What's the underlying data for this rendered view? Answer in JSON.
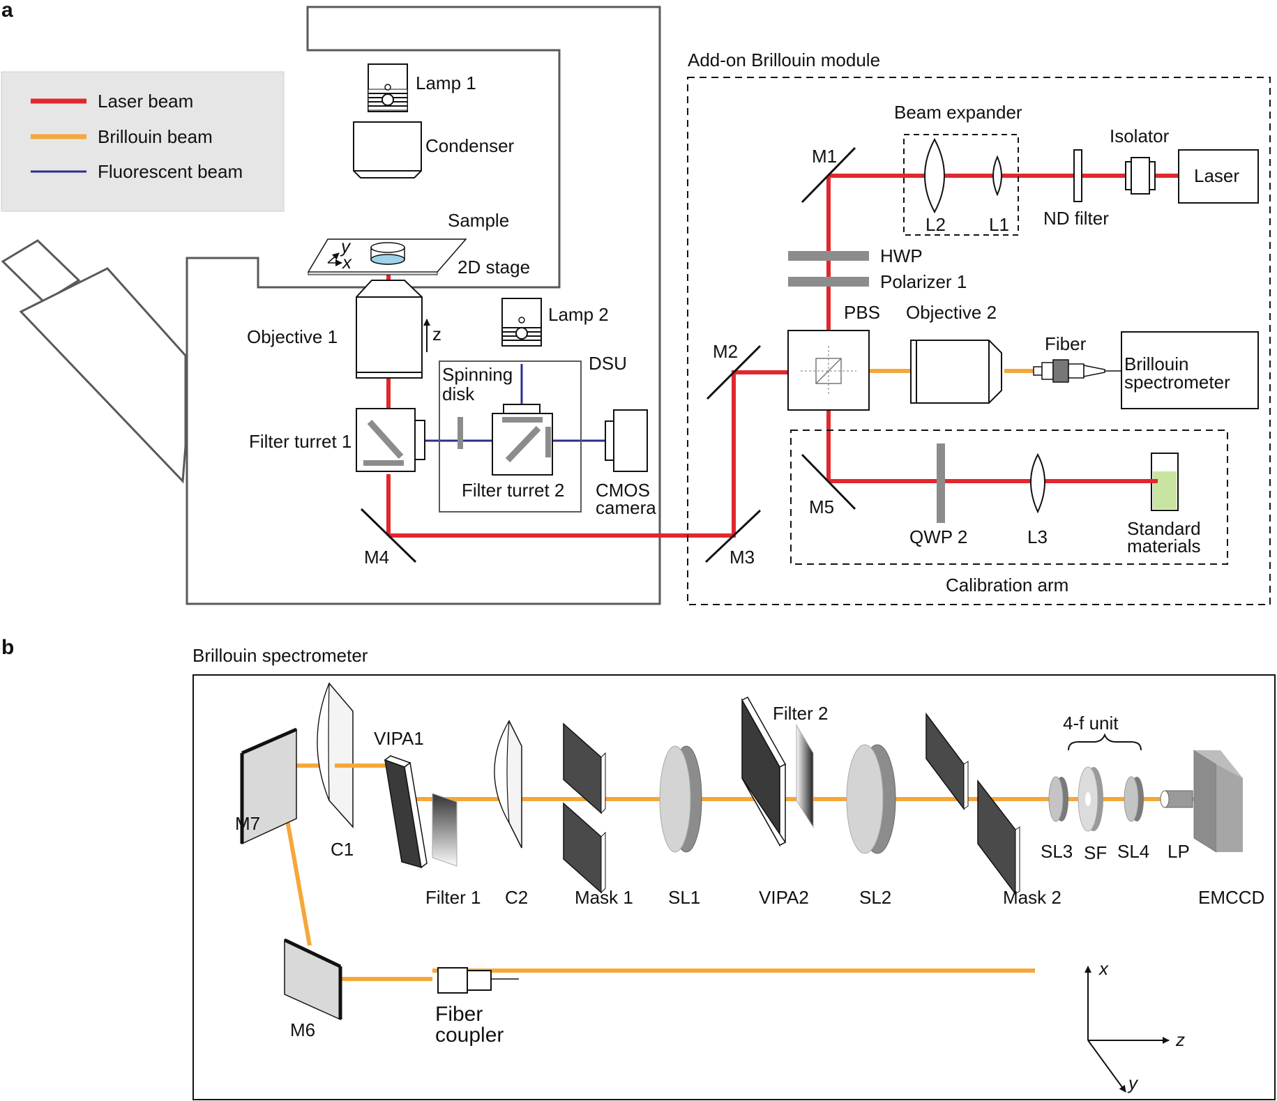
{
  "colors": {
    "laser": "#e0282e",
    "brillouin": "#f5a73a",
    "fluorescent": "#2b2f8c",
    "frame": "#595959",
    "optic_dark": "#3a3a3a",
    "optic_gray": "#8c8c8c",
    "legend_bg": "#e6e6e6",
    "sample": "#9fd3ea",
    "standard": "#c8e4a0"
  },
  "panel_a": {
    "panel_label": "a",
    "legend": {
      "laser": "Laser beam",
      "brillouin": "Brillouin beam",
      "fluorescent": "Fluorescent beam"
    },
    "microscope": {
      "lamp1": "Lamp 1",
      "condenser": "Condenser",
      "sample": "Sample",
      "stage": "2D stage",
      "stage_y": "y",
      "stage_x": "x",
      "objective1": "Objective 1",
      "z_axis": "z",
      "lamp2": "Lamp 2",
      "dsu": "DSU",
      "spinning_disk_1": "Spinning",
      "spinning_disk_2": "disk",
      "filter_turret1": "Filter turret 1",
      "filter_turret2": "Filter turret 2",
      "cmos_1": "CMOS",
      "cmos_2": "camera",
      "m4": "M4",
      "m3": "M3"
    },
    "module": {
      "title": "Add-on Brillouin module",
      "beam_expander": "Beam expander",
      "isolator": "Isolator",
      "laser": "Laser",
      "m1": "M1",
      "l2": "L2",
      "l1": "L1",
      "nd_filter": "ND filter",
      "hwp": "HWP",
      "polarizer1": "Polarizer 1",
      "pbs": "PBS",
      "objective2": "Objective 2",
      "fiber": "Fiber",
      "spectrometer_1": "Brillouin",
      "spectrometer_2": "spectrometer",
      "m2": "M2",
      "m5": "M5",
      "qwp2": "QWP 2",
      "l3": "L3",
      "standard_1": "Standard",
      "standard_2": "materials",
      "calibration_arm": "Calibration arm"
    }
  },
  "panel_b": {
    "panel_label": "b",
    "title": "Brillouin spectrometer",
    "m7": "M7",
    "c1": "C1",
    "vipa1": "VIPA1",
    "filter1": "Filter 1",
    "c2": "C2",
    "mask1": "Mask 1",
    "sl1": "SL1",
    "vipa2": "VIPA2",
    "filter2": "Filter 2",
    "sl2": "SL2",
    "mask2": "Mask 2",
    "four_f": "4-f unit",
    "sl3": "SL3",
    "sf": "SF",
    "sl4": "SL4",
    "lp": "LP",
    "emccd": "EMCCD",
    "m6": "M6",
    "fiber_coupler_1": "Fiber",
    "fiber_coupler_2": "coupler",
    "axis_x": "x",
    "axis_z": "z",
    "axis_y": "y"
  }
}
